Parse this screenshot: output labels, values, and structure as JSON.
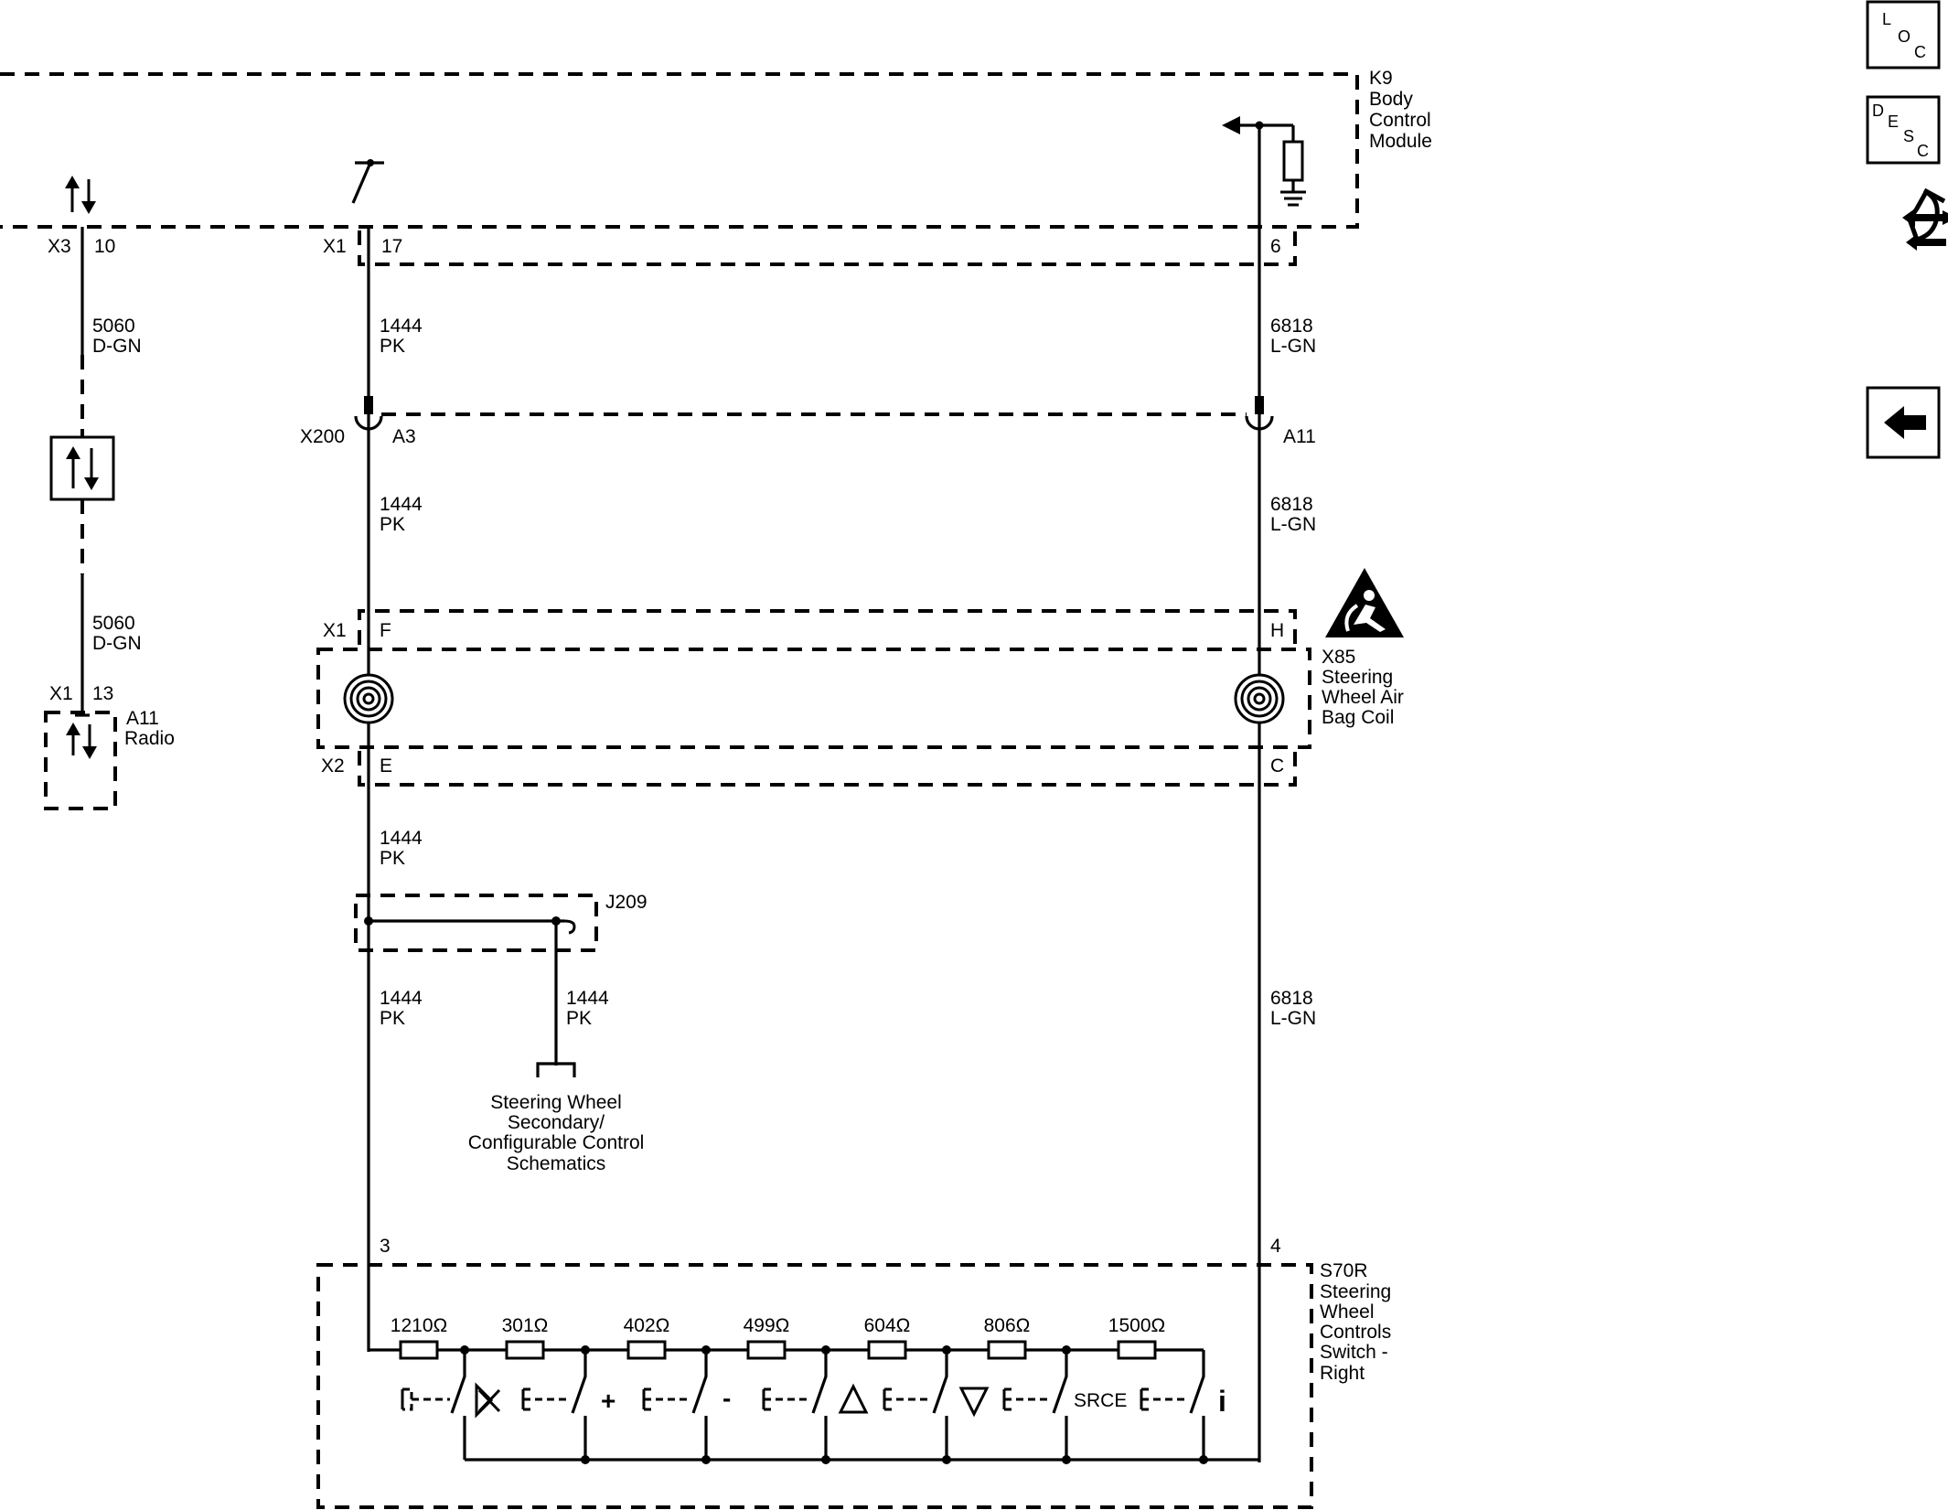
{
  "modules": {
    "k9": [
      "K9",
      "Body",
      "Control",
      "Module"
    ],
    "x85": [
      "X85",
      "Steering",
      "Wheel Air",
      "Bag Coil"
    ],
    "s70r": [
      "S70R",
      "Steering",
      "Wheel",
      "Controls",
      "Switch -",
      "Right"
    ],
    "a11": [
      "A11",
      "Radio"
    ]
  },
  "connectors": {
    "x3_name": "X3",
    "x3_pin": "10",
    "k9_x1_name": "X1",
    "k9_x1_pin_left": "17",
    "k9_x1_pin_right": "6",
    "x200_name": "X200",
    "x200_pin_left": "A3",
    "x200_pin_right": "A11",
    "x85_x1_name": "X1",
    "x85_x1_pin_left": "F",
    "x85_x1_pin_right": "H",
    "x85_x2_name": "X2",
    "x85_x2_pin_left": "E",
    "x85_x2_pin_right": "C",
    "a11_x1_name": "X1",
    "a11_x1_pin": "13",
    "splice": "J209",
    "s70r_pin_left": "3",
    "s70r_pin_right": "4"
  },
  "wires": {
    "w5060": [
      "5060",
      "D-GN"
    ],
    "w1444": [
      "1444",
      "PK"
    ],
    "w6818": [
      "6818",
      "L-GN"
    ]
  },
  "reference": [
    "Steering Wheel",
    "Secondary/",
    "Configurable Control",
    "Schematics"
  ],
  "resistors": [
    "1210Ω",
    "301Ω",
    "402Ω",
    "499Ω",
    "604Ω",
    "806Ω",
    "1500Ω"
  ],
  "switch_symbols": {
    "plus": "+",
    "minus": "-",
    "source": "SRCE",
    "info": "i"
  },
  "nav": {
    "loc": [
      "L",
      "O",
      "C"
    ],
    "desc": [
      "D",
      "E",
      "S",
      "C"
    ]
  }
}
